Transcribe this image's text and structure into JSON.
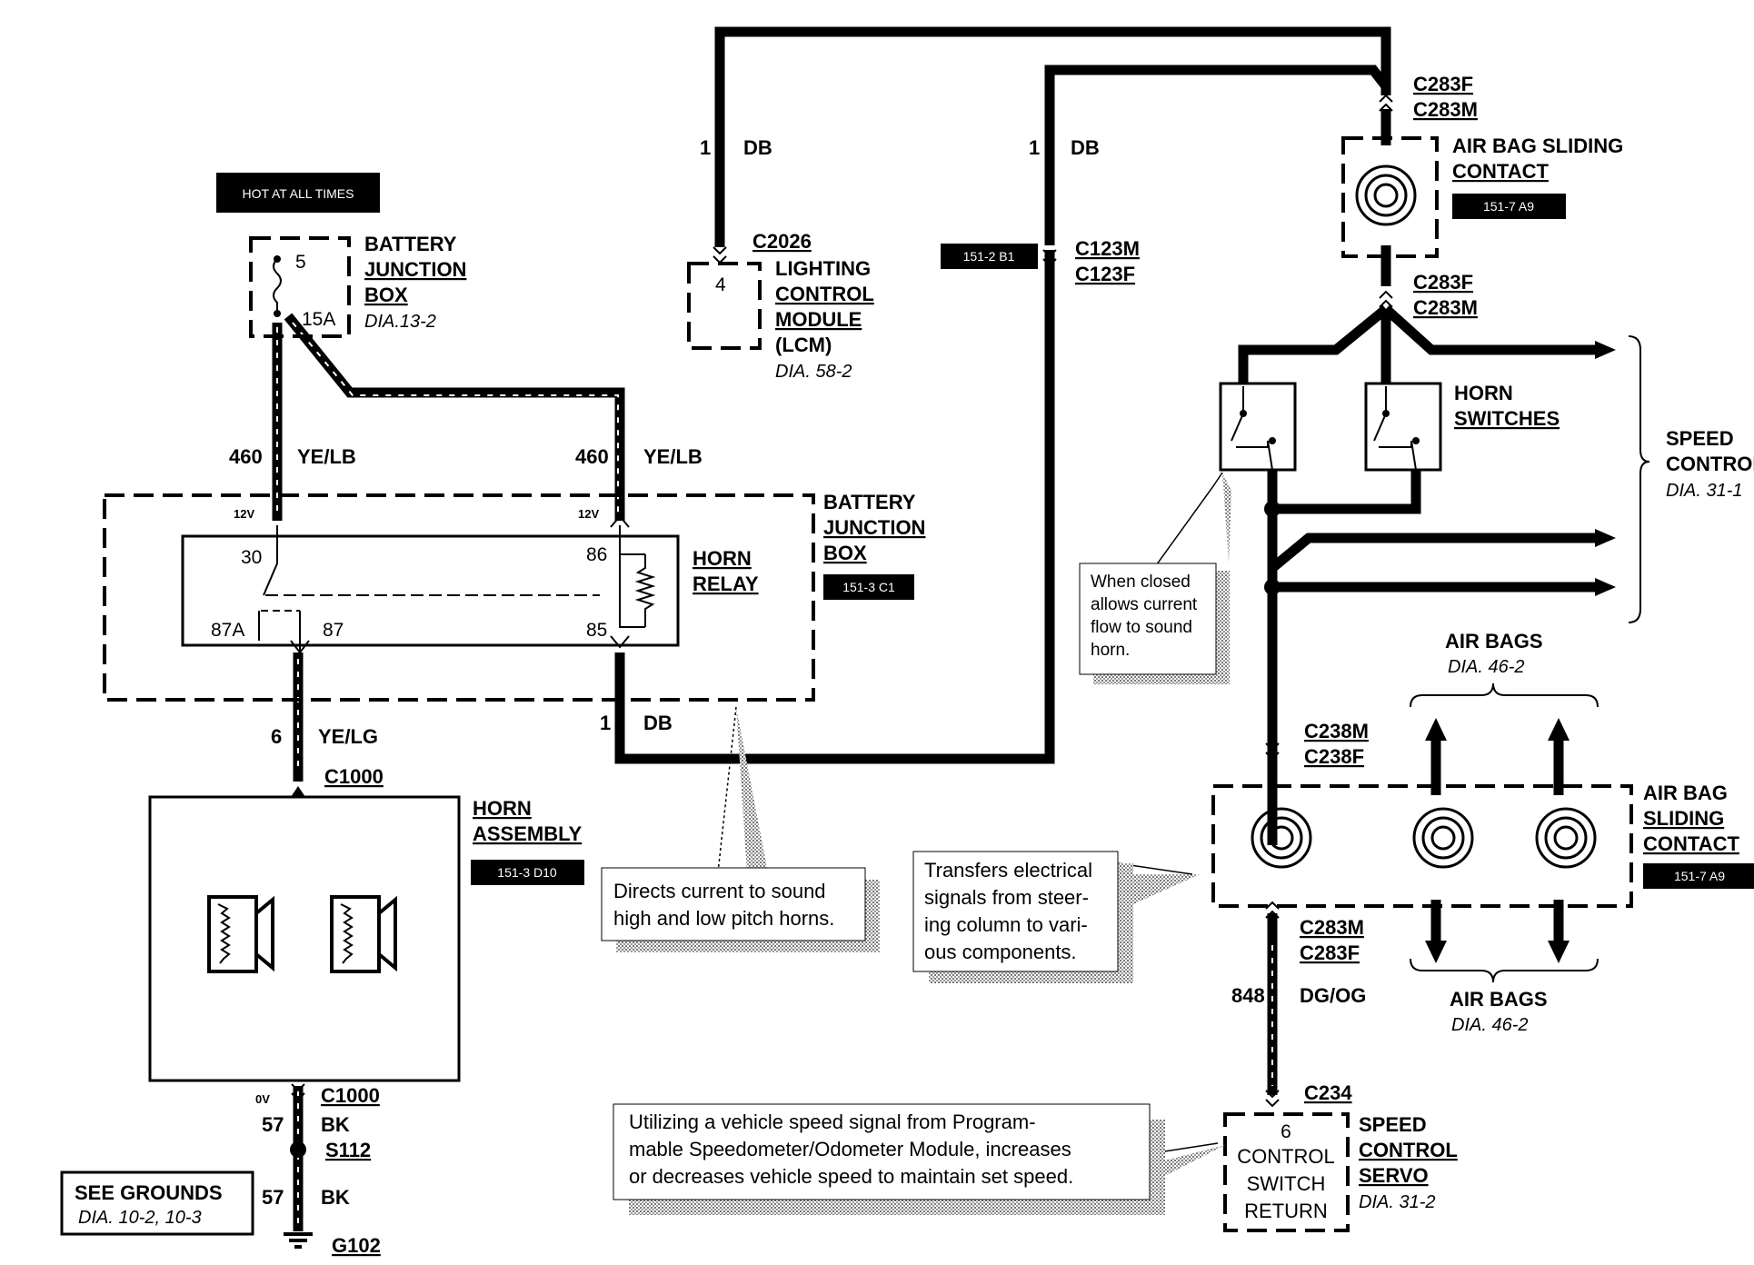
{
  "hot_label": "HOT AT ALL TIMES",
  "battery_junction_box_top": {
    "line1": "BATTERY",
    "line2": "JUNCTION",
    "line3": "BOX",
    "ref": "DIA.13-2",
    "pin_top": "5",
    "fuse": "15A"
  },
  "circuits": {
    "c460_left_num": "460",
    "c460_left_color": "YE/LB",
    "c460_right_num": "460",
    "c460_right_color": "YE/LB",
    "c6_num": "6",
    "c6_color": "YE/LG",
    "c1_bottom_num": "1",
    "c1_bottom_color": "DB",
    "c1_top_left_num": "1",
    "c1_top_left_color": "DB",
    "c1_top_mid_num": "1",
    "c1_top_mid_color": "DB",
    "c57a_num": "57",
    "c57a_color": "BK",
    "c57b_num": "57",
    "c57b_color": "BK",
    "c848_num": "848",
    "c848_color": "DG/OG"
  },
  "lcm": {
    "connector": "C2026",
    "pin": "4",
    "line1": "LIGHTING",
    "line2": "CONTROL",
    "line3": "MODULE",
    "line4": "(LCM)",
    "ref": "DIA. 58-2"
  },
  "connectors": {
    "c123m": "C123M",
    "c123f": "C123F",
    "c283f_top": "C283F",
    "c283m_top": "C283M",
    "c283f_mid": "C283F",
    "c283m_mid": "C283M",
    "c238m": "C238M",
    "c238f": "C238F",
    "c283m_low": "C283M",
    "c283f_low": "C283F",
    "c234": "C234",
    "c1000_top": "C1000",
    "c1000_bottom": "C1000",
    "s112": "S112",
    "g102": "G102"
  },
  "tags": {
    "t151_2_b1": "151-2 B1",
    "t151_7_a9_top": "151-7 A9",
    "t151_3_c1": "151-3 C1",
    "t151_3_d10": "151-3 D10",
    "t151_7_a9_low": "151-7 A9"
  },
  "relay_box": {
    "v_left": "12V",
    "v_right": "12V",
    "p30": "30",
    "p86": "86",
    "p87a": "87A",
    "p87": "87",
    "p85": "85",
    "relay_line1": "HORN",
    "relay_line2": "RELAY",
    "box_line1": "BATTERY",
    "box_line2": "JUNCTION",
    "box_line3": "BOX"
  },
  "air_bag_top": {
    "line1": "AIR BAG SLIDING",
    "line2": "CONTACT"
  },
  "horn_switches": {
    "line1": "HORN",
    "line2": "SWITCHES"
  },
  "speed_control": {
    "line1": "SPEED",
    "line2": "CONTROL",
    "ref": "DIA. 31-1"
  },
  "air_bags_top": {
    "label": "AIR BAGS",
    "ref": "DIA. 46-2"
  },
  "air_bags_bottom": {
    "label": "AIR BAGS",
    "ref": "DIA. 46-2"
  },
  "air_bag_low": {
    "line1": "AIR BAG",
    "line2": "SLIDING",
    "line3": "CONTACT"
  },
  "horn_assembly": {
    "line1": "HORN",
    "line2": "ASSEMBLY"
  },
  "servo": {
    "pin": "6",
    "in1": "CONTROL",
    "in2": "SWITCH",
    "in3": "RETURN",
    "line1": "SPEED",
    "line2": "CONTROL",
    "line3": "SERVO",
    "ref": "DIA. 31-2"
  },
  "grounds": {
    "line1": "SEE GROUNDS",
    "line2": "DIA. 10-2, 10-3",
    "ov": "0V"
  },
  "notes": {
    "when_closed": [
      "When  closed",
      "allows current",
      "flow to sound",
      "horn."
    ],
    "transfers": [
      "Transfers electrical",
      "signals from steer-",
      "ing column to vari-",
      "ous components."
    ],
    "directs": [
      "Directs current to sound",
      "high and low pitch horns."
    ],
    "utilizing": [
      "Utilizing a vehicle speed signal from Program-",
      "mable Speedometer/Odometer Module, increases",
      "or decreases vehicle speed to maintain set speed."
    ]
  }
}
